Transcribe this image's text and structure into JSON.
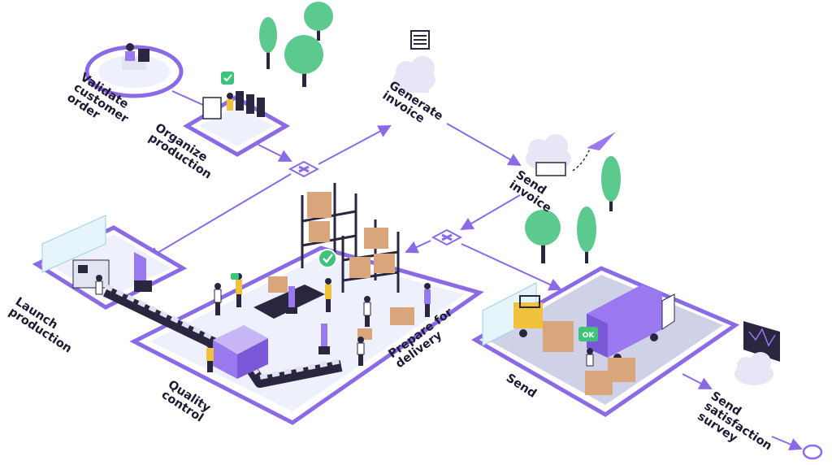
{
  "steps": {
    "validate": {
      "line1": "Validate",
      "line2": "customer",
      "line3": "order"
    },
    "organize": {
      "line1": "Organize",
      "line2": "production"
    },
    "generate_invoice": {
      "line1": "Generate",
      "line2": "invoice"
    },
    "send_invoice": {
      "line1": "Send",
      "line2": "invoice"
    },
    "launch": {
      "line1": "Launch",
      "line2": "production"
    },
    "quality": {
      "line1": "Quality",
      "line2": "control"
    },
    "prepare": {
      "line1": "Prepare for",
      "line2": "delivery"
    },
    "send": {
      "line1": "Send"
    },
    "survey": {
      "line1": "Send",
      "line2": "satisfaction",
      "line3": "survey"
    }
  },
  "badges": {
    "ok": "OK"
  },
  "icons": {
    "gateway": "parallel-gateway-icon",
    "end": "end-event-icon",
    "check": "checkmark-icon",
    "cloud": "cloud-icon"
  },
  "colors": {
    "flow": "#8b6ae6",
    "platform": "#eef0fb",
    "accent": "#9a78f0",
    "dark": "#2b2640",
    "box": "#d9a57a",
    "tree": "#5cc98e",
    "green": "#3ec47a"
  }
}
